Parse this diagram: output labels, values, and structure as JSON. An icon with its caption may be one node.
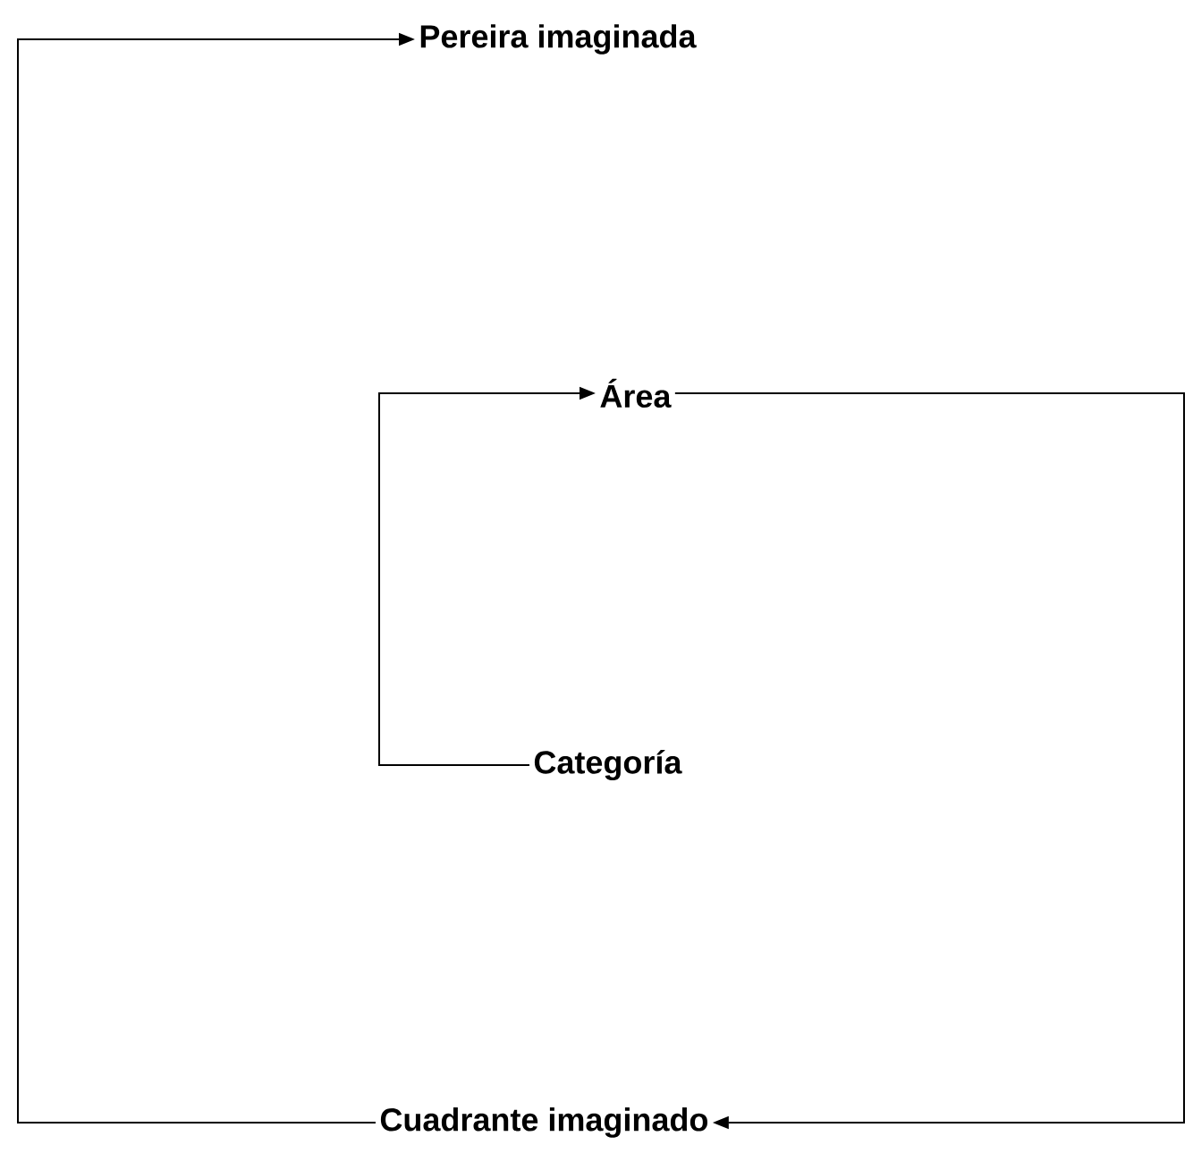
{
  "diagram": {
    "nodes": [
      {
        "text": [
          "Pereira imaginada"
        ]
      },
      {
        "text": [
          "Área"
        ]
      },
      {
        "text": [
          "Categoría"
        ]
      },
      {
        "text": [
          "Cuadrante imaginado"
        ]
      }
    ],
    "edges": [
      {
        "from": 3,
        "to": 0,
        "arrow": "to"
      },
      {
        "from": 2,
        "to": 1,
        "arrow": "to"
      },
      {
        "from": 1,
        "to": 3,
        "arrow": "to"
      }
    ]
  }
}
